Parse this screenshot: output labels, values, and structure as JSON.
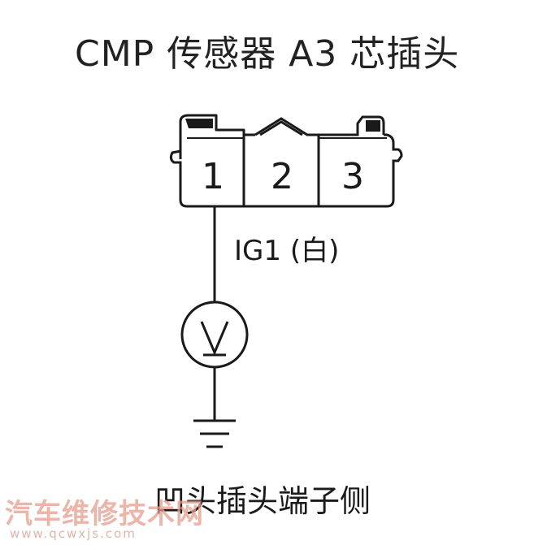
{
  "title": "CMP 传感器 A3 芯插头",
  "connector": {
    "pins": [
      "1",
      "2",
      "3"
    ]
  },
  "wire_label": "IG1 (白)",
  "meter_symbol": "V",
  "ground_icon": "ground-symbol-icon",
  "footer_label": "凹头插头端子侧",
  "watermark": {
    "text": "汽车维修技术网",
    "url": "www.qcwxjs.com"
  }
}
